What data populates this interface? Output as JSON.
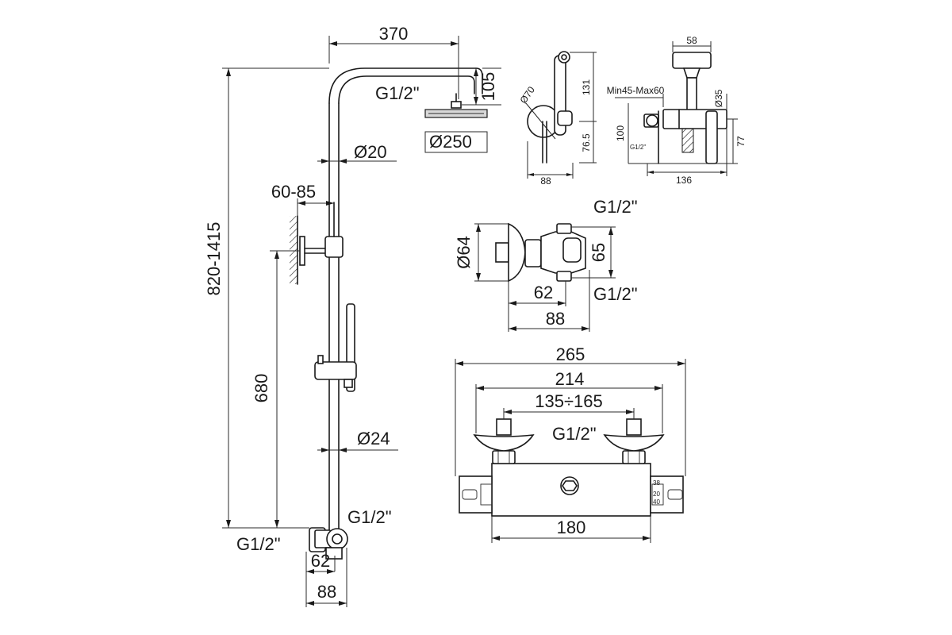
{
  "views": {
    "shower_column": {
      "label_arm_width": "370",
      "label_arm_drop": "105",
      "label_head_thread": "G1/2\"",
      "label_head_diameter": "Ø250",
      "label_upper_pipe": "Ø20",
      "label_wall_offset": "60-85",
      "label_total_height": "820-1415",
      "label_mixer_to_bracket": "680",
      "label_lower_pipe": "Ø24",
      "label_outlet_thread": "G1/2\"",
      "label_inlet_thread": "G1/2\"",
      "label_inner_depth": "62",
      "label_outer_depth": "88"
    },
    "hand_shower_side": {
      "label_height": "131",
      "label_rosette": "Ø70",
      "label_center": "76.5",
      "label_depth": "88"
    },
    "hand_shower_front": {
      "label_width": "58",
      "label_range": "Min45-Max60",
      "label_valve": "Ø35",
      "label_height_left": "100",
      "label_thread": "G1/2\"",
      "label_height_right": "77",
      "label_overall_width": "136"
    },
    "diverter": {
      "label_top_thread": "G1/2\"",
      "label_rosette": "Ø64",
      "label_height": "65",
      "label_inner_depth": "62",
      "label_bottom_thread": "G1/2\"",
      "label_outer_depth": "88"
    },
    "thermostatic_mixer": {
      "label_overall": "265",
      "label_handles": "214",
      "label_centers": "135÷165",
      "label_thread": "G1/2\"",
      "label_body": "180",
      "label_scale_38": "38",
      "label_scale_20": "20",
      "label_scale_40": "40"
    }
  }
}
